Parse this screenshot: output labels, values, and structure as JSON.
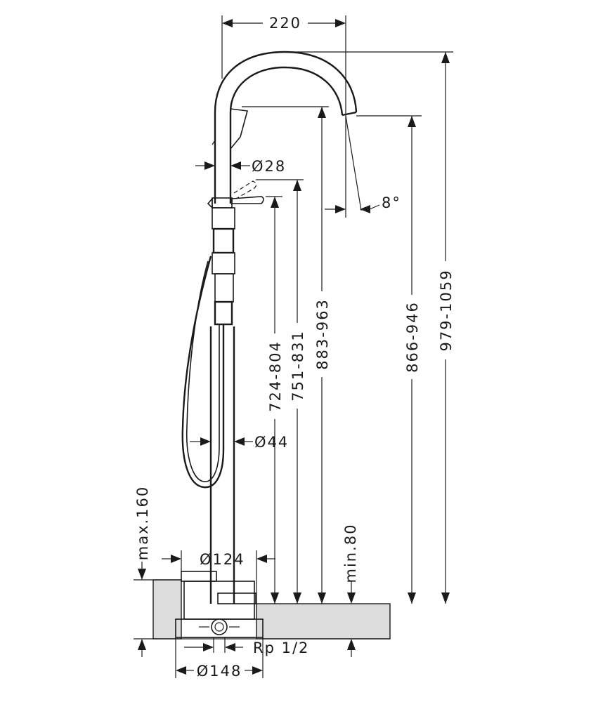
{
  "dimensions": {
    "spout_reach": "220",
    "total_height": "979-1059",
    "spout_outlet_height": "866-946",
    "spout_upper_height": "883-963",
    "handle_height_upper": "751-831",
    "handle_height_lower": "724-804",
    "spout_angle": "8°",
    "pipe_diameter_upper": "Ø28",
    "pipe_diameter_lower": "Ø44",
    "base_diameter": "Ø124",
    "body_diameter": "Ø148",
    "connection_thread": "Rp 1/2",
    "max_floor_depth": "max.160",
    "min_floor_depth": "min.80"
  }
}
